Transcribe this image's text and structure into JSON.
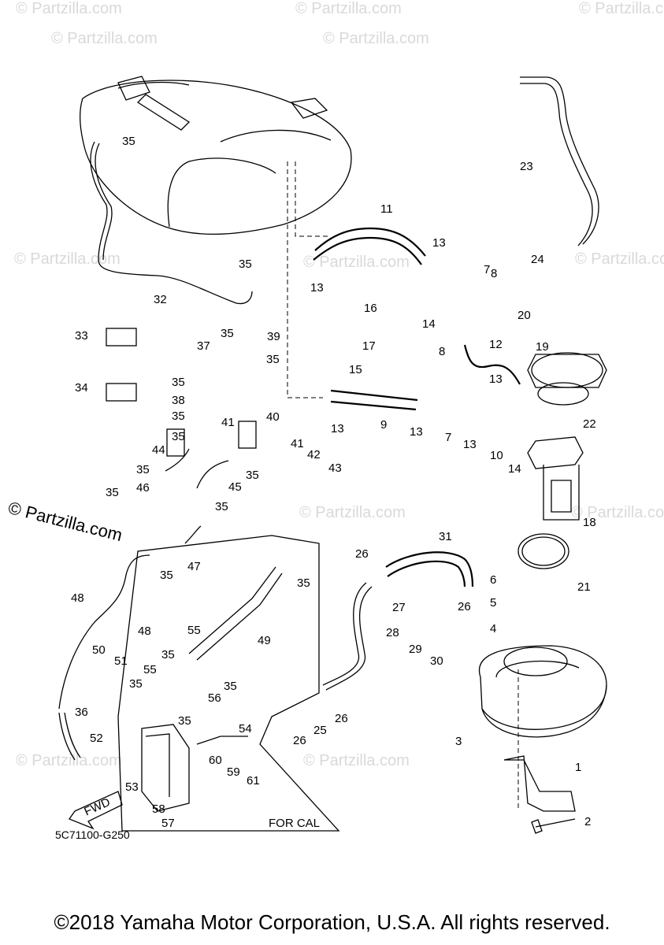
{
  "watermarks": [
    {
      "text": "© Partzilla.com",
      "cls": "wm1"
    },
    {
      "text": "© Partzilla.com",
      "cls": "wm2"
    },
    {
      "text": "© Partzilla.com",
      "cls": "wm3"
    },
    {
      "text": "© Partzilla.com",
      "cls": "wm4"
    },
    {
      "text": "© Partzilla.com",
      "cls": "wm5"
    },
    {
      "text": "© Partzilla.com",
      "cls": "wm6"
    },
    {
      "text": "© Partzilla.com",
      "cls": "wm7"
    },
    {
      "text": "© Partzilla.com",
      "cls": "wm8"
    },
    {
      "text": "© Partzilla.com",
      "cls": "wm9"
    },
    {
      "text": "© Partzilla.com",
      "cls": "wm10"
    },
    {
      "text": "© Partzilla.com",
      "cls": "wm11"
    },
    {
      "text": "© Partzilla.com",
      "cls": "wm12"
    }
  ],
  "brand_text": "© Partzilla.com",
  "diagram_code": "5C71100-G250",
  "cal_note": "FOR CAL",
  "fwd_label": "FWD",
  "copyright": "©2018 Yamaha Motor Corporation, U.S.A. All rights reserved.",
  "callouts": [
    {
      "n": "1"
    },
    {
      "n": "2"
    },
    {
      "n": "3"
    },
    {
      "n": "4"
    },
    {
      "n": "5"
    },
    {
      "n": "6"
    },
    {
      "n": "7"
    },
    {
      "n": "7"
    },
    {
      "n": "8"
    },
    {
      "n": "8"
    },
    {
      "n": "9"
    },
    {
      "n": "10"
    },
    {
      "n": "11"
    },
    {
      "n": "12"
    },
    {
      "n": "13"
    },
    {
      "n": "13"
    },
    {
      "n": "13"
    },
    {
      "n": "13"
    },
    {
      "n": "13"
    },
    {
      "n": "13"
    },
    {
      "n": "14"
    },
    {
      "n": "14"
    },
    {
      "n": "15"
    },
    {
      "n": "16"
    },
    {
      "n": "17"
    },
    {
      "n": "18"
    },
    {
      "n": "19"
    },
    {
      "n": "20"
    },
    {
      "n": "21"
    },
    {
      "n": "22"
    },
    {
      "n": "23"
    },
    {
      "n": "24"
    },
    {
      "n": "25"
    },
    {
      "n": "26"
    },
    {
      "n": "26"
    },
    {
      "n": "26"
    },
    {
      "n": "26"
    },
    {
      "n": "27"
    },
    {
      "n": "28"
    },
    {
      "n": "29"
    },
    {
      "n": "30"
    },
    {
      "n": "31"
    },
    {
      "n": "32"
    },
    {
      "n": "33"
    },
    {
      "n": "34"
    },
    {
      "n": "35"
    },
    {
      "n": "35"
    },
    {
      "n": "35"
    },
    {
      "n": "35"
    },
    {
      "n": "35"
    },
    {
      "n": "35"
    },
    {
      "n": "35"
    },
    {
      "n": "35"
    },
    {
      "n": "35"
    },
    {
      "n": "35"
    },
    {
      "n": "35"
    },
    {
      "n": "35"
    },
    {
      "n": "35"
    },
    {
      "n": "35"
    },
    {
      "n": "35"
    },
    {
      "n": "35"
    },
    {
      "n": "35"
    },
    {
      "n": "36"
    },
    {
      "n": "37"
    },
    {
      "n": "38"
    },
    {
      "n": "39"
    },
    {
      "n": "40"
    },
    {
      "n": "41"
    },
    {
      "n": "41"
    },
    {
      "n": "42"
    },
    {
      "n": "43"
    },
    {
      "n": "44"
    },
    {
      "n": "45"
    },
    {
      "n": "46"
    },
    {
      "n": "47"
    },
    {
      "n": "48"
    },
    {
      "n": "48"
    },
    {
      "n": "49"
    },
    {
      "n": "50"
    },
    {
      "n": "51"
    },
    {
      "n": "52"
    },
    {
      "n": "53"
    },
    {
      "n": "54"
    },
    {
      "n": "55"
    },
    {
      "n": "55"
    },
    {
      "n": "56"
    },
    {
      "n": "57"
    },
    {
      "n": "58"
    },
    {
      "n": "59"
    },
    {
      "n": "60"
    },
    {
      "n": "61"
    }
  ]
}
